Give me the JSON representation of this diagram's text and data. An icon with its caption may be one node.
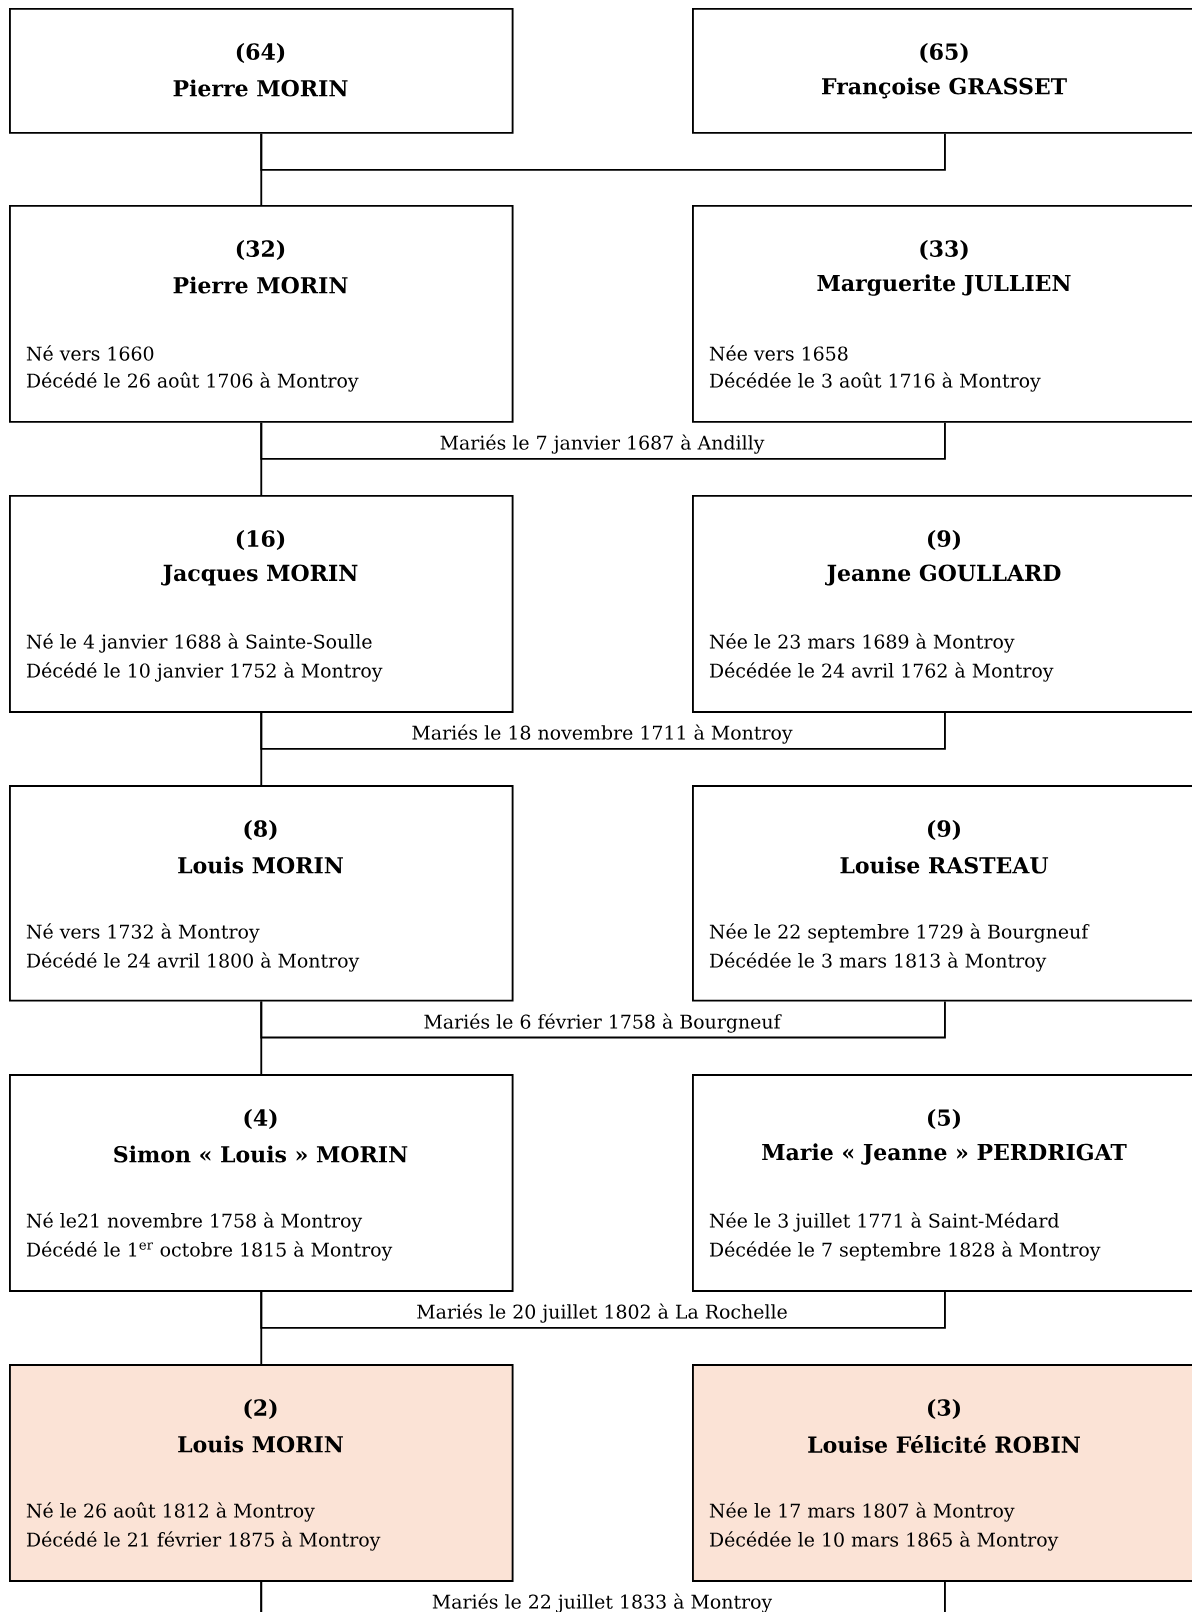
{
  "diagram": {
    "nodes": [
      {
        "text": [
          "(64)",
          "Pierre MORIN"
        ]
      },
      {
        "text": [
          "(65)",
          "Françoise GRASSET"
        ]
      },
      {
        "text": [
          "(32)",
          "Pierre MORIN",
          "Né vers 1660",
          "Décédé le 26 août 1706 à Montroy"
        ]
      },
      {
        "text": [
          "(33)",
          "Marguerite JULLIEN",
          "Née vers 1658",
          "Décédée le 3 août 1716 à Montroy"
        ]
      },
      {
        "text": [
          "(16)",
          "Jacques MORIN",
          "Né le 4 janvier 1688 à Sainte-Soulle",
          "Décédé le 10 janvier 1752 à Montroy"
        ]
      },
      {
        "text": [
          "(9)",
          "Jeanne GOULLARD",
          "Née le 23 mars 1689 à Montroy",
          "Décédée le 24 avril 1762 à Montroy"
        ]
      },
      {
        "text": [
          "(8)",
          "Louis MORIN",
          "Né vers 1732 à Montroy",
          "Décédé le 24 avril 1800 à Montroy"
        ]
      },
      {
        "text": [
          "(9)",
          "Louise RASTEAU",
          "Née le 22 septembre 1729 à Bourgneuf",
          "Décédée le 3 mars 1813 à Montroy"
        ]
      },
      {
        "text": [
          "(4)",
          "Simon « Louis » MORIN",
          "Né le21 novembre 1758 à Montroy",
          "Décédé le 1$^{er}$ octobre 1815 à Montroy"
        ]
      },
      {
        "text": [
          "(5)",
          "Marie « Jeanne » PERDRIGAT",
          "Née le 3 juillet 1771 à Saint-Médard",
          "Décédée le 7 septembre 1828 à Montroy"
        ]
      },
      {
        "text": [
          "(2)",
          "Louis MORIN",
          "Né le 26 août 1812 à Montroy",
          "Décédé le 21 février 1875 à Montroy"
        ]
      },
      {
        "text": [
          "(3)",
          "Louise Félicité ROBIN",
          "Née le 17 mars 1807 à Montroy",
          "Décédée le 10 mars 1865 à Montroy"
        ]
      }
    ],
    "edges": [
      {
        "from": 0,
        "to": 1,
        "arrow": "none"
      },
      {
        "from": 0,
        "to": 2,
        "arrow": "none"
      },
      {
        "from": 2,
        "to": 3,
        "arrow": "none",
        "label": "Mariés le 7 janvier 1687 à Andilly"
      },
      {
        "from": 2,
        "to": 4,
        "arrow": "none"
      },
      {
        "from": 4,
        "to": 5,
        "arrow": "none",
        "label": "Mariés le 18 novembre 1711 à Montroy"
      },
      {
        "from": 4,
        "to": 6,
        "arrow": "none"
      },
      {
        "from": 6,
        "to": 7,
        "arrow": "none",
        "label": "Mariés le 6 février 1758 à Bourgneuf"
      },
      {
        "from": 6,
        "to": 8,
        "arrow": "none"
      },
      {
        "from": 8,
        "to": 9,
        "arrow": "none",
        "label": "Mariés le 20 juillet 1802 à La Rochelle"
      },
      {
        "from": 8,
        "to": 10,
        "arrow": "none"
      },
      {
        "from": 10,
        "to": 11,
        "arrow": "none",
        "label": "Mariés le 22 juillet 1833 à Montroy"
      },
      {
        "from": 10,
        "to": null,
        "arrow": "none"
      }
    ]
  }
}
